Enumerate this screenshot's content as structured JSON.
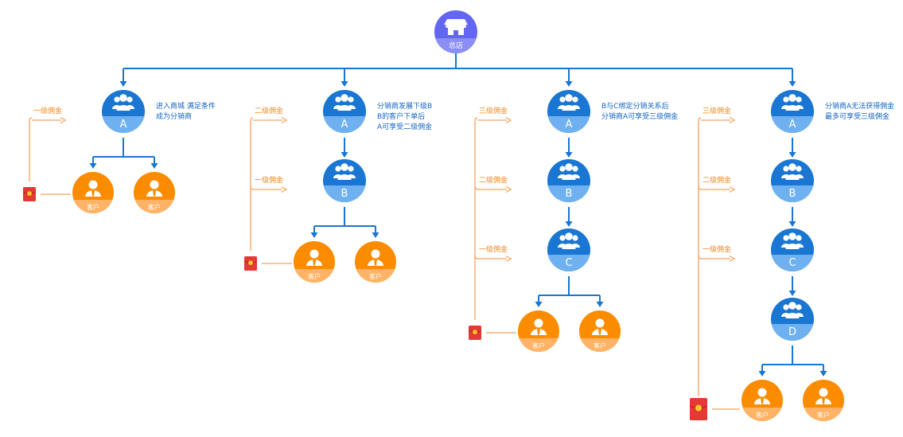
{
  "hq": {
    "label": "总店",
    "icon": "store-icon"
  },
  "colors": {
    "blue": "#1976d2",
    "blue_light": "#6fb1f0",
    "purple": "#6366f1",
    "orange": "#fb8c00",
    "orange_light": "#ffb366",
    "line_orange": "#f5a25d",
    "text_blue": "#1565c0",
    "text_orange": "#f08a24",
    "envelope": "#e53935",
    "envelope_seal": "#ffca28"
  },
  "customer_label": "客户",
  "commission": {
    "level1": "一级佣金",
    "level2": "二级佣金",
    "level3": "三级佣金"
  },
  "columns": [
    {
      "chain": [
        "A"
      ],
      "note": [
        "进入商城 满足条件",
        "成为分销商"
      ],
      "commissions": [
        "一级佣金"
      ]
    },
    {
      "chain": [
        "A",
        "B"
      ],
      "note": [
        "分销商发展下级B",
        "B的客户下单后",
        "A可享受二级佣金"
      ],
      "commissions": [
        "二级佣金",
        "一级佣金"
      ]
    },
    {
      "chain": [
        "A",
        "B",
        "C"
      ],
      "note": [
        "B与C绑定分销关系后",
        "分销商A可享受三级佣金"
      ],
      "commissions": [
        "三级佣金",
        "二级佣金",
        "一级佣金"
      ]
    },
    {
      "chain": [
        "A",
        "B",
        "C",
        "D"
      ],
      "note": [
        "分销商A无法获得佣金",
        "最多可享受三级佣金"
      ],
      "commissions": [
        "三级佣金",
        "二级佣金",
        "一级佣金"
      ]
    }
  ]
}
